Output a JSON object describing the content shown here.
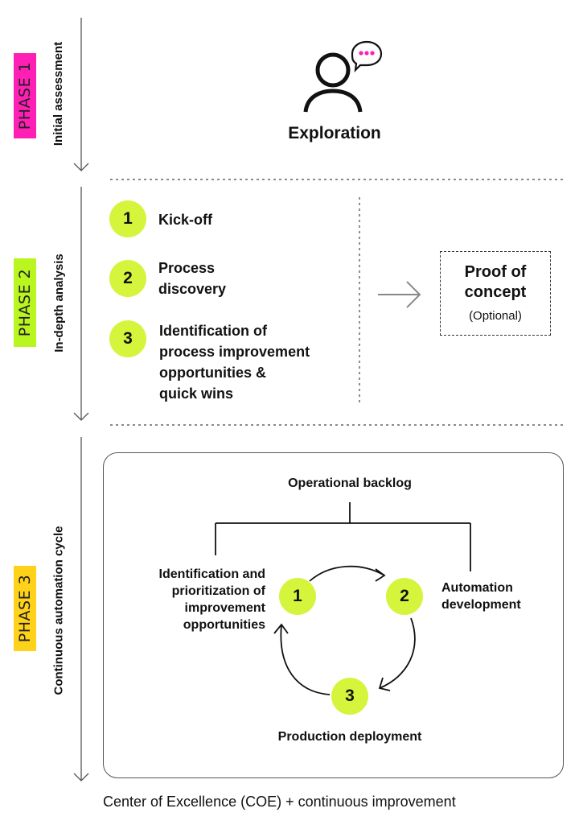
{
  "phase1": {
    "tag": "PHASE 1",
    "tag_color": "#ff1fb5",
    "description": "Initial assessment",
    "icon": "person-speech-icon",
    "title": "Exploration"
  },
  "phase2": {
    "tag": "PHASE 2",
    "tag_color": "#b9f51e",
    "description": "In-depth analysis",
    "steps": [
      {
        "number": "1",
        "label": "Kick-off"
      },
      {
        "number": "2",
        "label": "Process\ndiscovery"
      },
      {
        "number": "3",
        "label": "Identification of\nprocess improvement\nopportunities &\nquick wins"
      }
    ],
    "poc": {
      "title": "Proof of\nconcept",
      "note": "(Optional)"
    }
  },
  "phase3": {
    "tag": "PHASE 3",
    "tag_color": "#ffd21a",
    "description": "Continuous automation cycle",
    "backlog": "Operational backlog",
    "cycle": [
      {
        "number": "1",
        "label": "Identification and\nprioritization of\nimprovement\nopportunities"
      },
      {
        "number": "2",
        "label": "Automation\ndevelopment"
      },
      {
        "number": "3",
        "label": "Production deployment"
      }
    ]
  },
  "footer": "Center of Excellence (COE) + continuous improvement",
  "accent_green": "#d4f53c"
}
